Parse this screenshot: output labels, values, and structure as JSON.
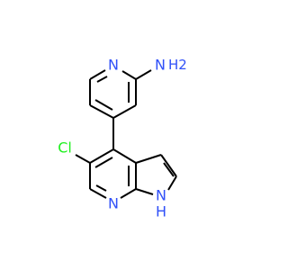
{
  "molecule": {
    "colors": {
      "bond": "#000000",
      "nitrogen": "#3050F8",
      "chlorine": "#1FF01F",
      "background": "#FFFFFF"
    },
    "labels": {
      "pyridine_n": "N",
      "amine_n": "N",
      "amine_h2": "H2",
      "chlorine": "Cl",
      "pyrrolopyridine_n": "N",
      "nh_n": "N",
      "nh_h": "H"
    }
  }
}
